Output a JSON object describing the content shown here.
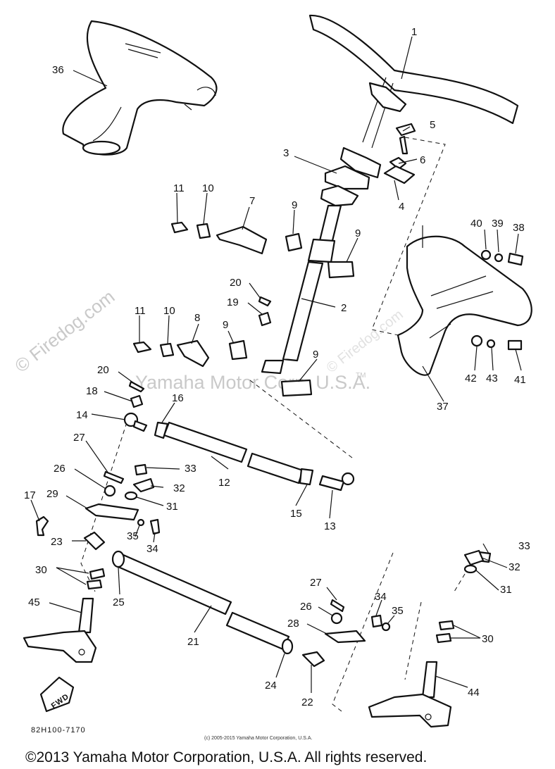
{
  "watermarks": {
    "firedog_main": "© Firedog.com",
    "firedog_faint": "© Firedog.com",
    "yamaha": "Yamaha Motor Corp, U.S.A.",
    "tm": "TM"
  },
  "part_number": "82H100-7170",
  "small_copyright": "(c) 2005-2015 Yamaha Motor Corporation, U.S.A.",
  "footer_copyright": "©2013 Yamaha Motor Corporation, U.S.A. All rights reserved.",
  "arrow_label": "FWD",
  "callouts": [
    "1",
    "2",
    "3",
    "4",
    "5",
    "6",
    "7",
    "8",
    "9",
    "9",
    "9",
    "9",
    "10",
    "10",
    "11",
    "11",
    "12",
    "13",
    "14",
    "15",
    "16",
    "17",
    "18",
    "19",
    "20",
    "20",
    "21",
    "22",
    "23",
    "24",
    "25",
    "26",
    "26",
    "27",
    "27",
    "28",
    "29",
    "30",
    "30",
    "31",
    "31",
    "32",
    "32",
    "33",
    "33",
    "34",
    "34",
    "35",
    "35",
    "36",
    "37",
    "38",
    "39",
    "40",
    "41",
    "42",
    "43",
    "44",
    "45"
  ],
  "colors": {
    "ink": "#111111",
    "watermark": "#c9c9c9",
    "background": "#ffffff"
  }
}
